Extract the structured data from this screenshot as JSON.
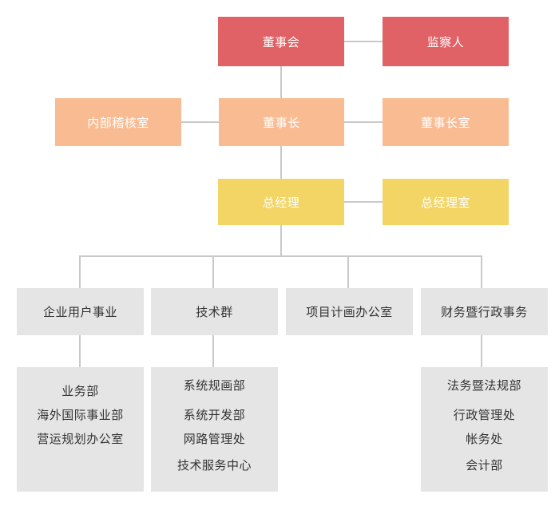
{
  "board": "董事会",
  "supervisor": "监察人",
  "internal_audit": "内部稽核室",
  "chairman": "董事长",
  "chairman_office": "董事长室",
  "general_manager": "总经理",
  "gm_office": "总经理室",
  "divisions": [
    {
      "label": "企业用户事业",
      "items": [
        "业务部",
        "海外国际事业部",
        "营运规划办公室"
      ]
    },
    {
      "label": "技术群",
      "items": [
        "系统规画部",
        "系统开发部",
        "网路管理处",
        "技术服务中心"
      ]
    },
    {
      "label": "项目计画办公室",
      "items": []
    },
    {
      "label": "财务暨行政事务",
      "items": [
        "法务暨法规部",
        "行政管理处",
        "帐务处",
        "会计部"
      ]
    }
  ],
  "colors": {
    "top_level": "#e06266",
    "second_level": "#f9bc92",
    "third_level": "#f2d564",
    "division": "#e5e5e5",
    "connector": "#c9c9c9"
  }
}
